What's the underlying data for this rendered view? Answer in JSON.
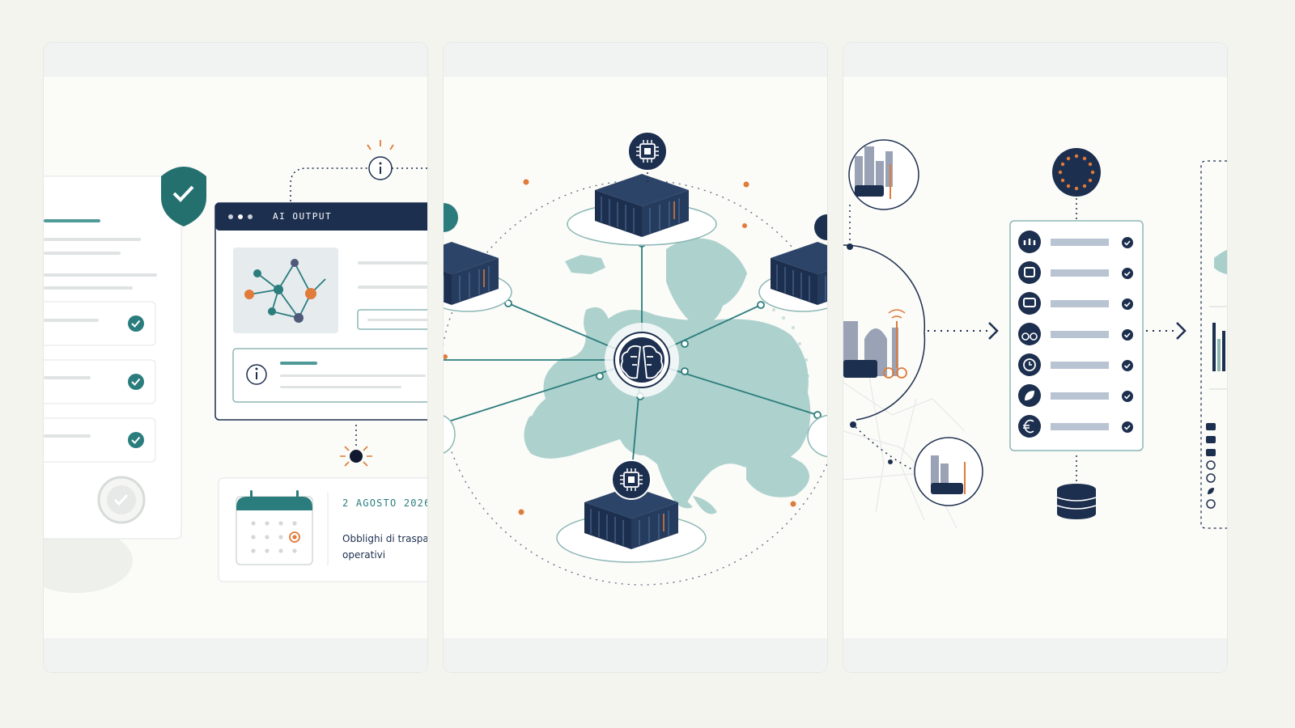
{
  "panel1": {
    "ai_window_title": "AI OUTPUT",
    "calendar_date": "2 AGOSTO 2026",
    "calendar_text_line1": "Obblighi di traspa",
    "calendar_text_line2": "operativi"
  },
  "panel2": {},
  "panel3": {},
  "colors": {
    "navy": "#1d2f4f",
    "teal": "#2b7d7d",
    "orange": "#e07b39",
    "map": "#a9cfcb"
  }
}
